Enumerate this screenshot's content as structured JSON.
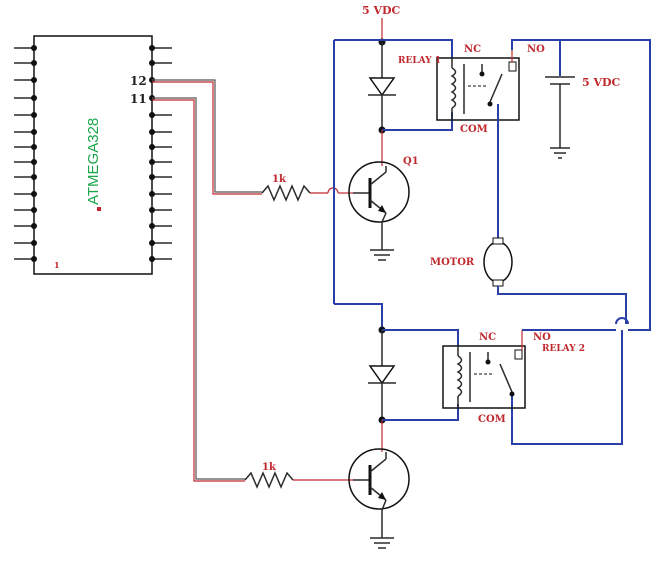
{
  "microcontroller": {
    "name": "ATMEGA328",
    "pin_12": "12",
    "pin_11": "11",
    "pin_1_marker": "1"
  },
  "supply": {
    "top_label": "5 VDC",
    "relay_supply_label": "5 VDC"
  },
  "relay1": {
    "name": "RELAY 1",
    "nc": "NC",
    "no": "NO",
    "com": "COM"
  },
  "relay2": {
    "name": "RELAY 2",
    "nc": "NC",
    "no": "NO",
    "com": "COM"
  },
  "transistor1": {
    "name": "Q1"
  },
  "resistor1": {
    "value": "1k"
  },
  "resistor2": {
    "value": "1k"
  },
  "motor": {
    "label": "MOTOR"
  },
  "colors": {
    "wire": "#2b3fa8",
    "label": "#c0282d",
    "chip_text": "#1aa64b"
  }
}
